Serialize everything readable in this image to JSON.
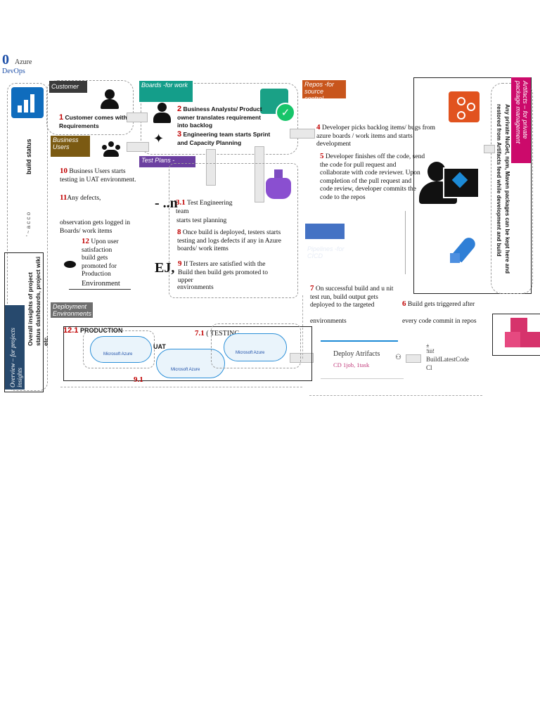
{
  "header": {
    "logo_glyph": "0",
    "azure": "Azure",
    "devops": "DevOps"
  },
  "side": {
    "build_status": "build status",
    "overall": "Overall insights of project status dashboards, project wiki etc.",
    "overview": "Overview – for projects insights",
    "stray": "' ~ a  c  c  o"
  },
  "tags": {
    "customer": "Customer",
    "business_users": "Business Users",
    "boards": "Boards -for work",
    "test_plans": "Test Plans -",
    "repos": "Repos -for source control",
    "pipelines": "Pipelines -for CICD",
    "artifacts": "Artifacts – for private package management",
    "deployment": "Deployment Environments"
  },
  "steps": {
    "s1_num": "1",
    "s1_text": "Customer comes with Requirements",
    "s2_num": "2",
    "s2_text": "Business Analysts/ Product owner translates requirement into backlog",
    "s3_num": "3",
    "s3_text": "Engineering team starts Sprint and Capacity Planning",
    "s31_num": "3.1",
    "s31_text": "Test Engineering team",
    "s31_cont": "starts test planning",
    "s31_glyph": "- ..n",
    "s4_num": "4",
    "s4_text": "Developer picks backlog items/ bugs from azure boards / work items and starts development",
    "s5_num": "5",
    "s5_text": "Developer finishes off the code, send the code for pull request and collaborate with code reviewer. Upon completion of the pull request and code review, developer commits the code to the repos",
    "s6_num": "6",
    "s6_text": "Build gets triggered after",
    "s6_cont": "every code commit in repos",
    "s7_num": "7",
    "s7_text": "On successful build and u nit test run, build output gets deployed to the targeted",
    "s7_cont": "environments",
    "s8_num": "8",
    "s8_text": "Once build is deployed, testers starts testing and logs defects if any in Azure boards/ work items",
    "s9_num": "9",
    "s9_text": "If Testers are satisfied with the Build then build gets promoted to upper",
    "s9_cont": "environments",
    "s9_glyph": "EJ,",
    "s10_num": "10",
    "s10_text": "Business Users starts testing in UAT environment.",
    "s11_num": "11",
    "s11_text": "Any defects,",
    "s11_cont": "observation gets logged in Boards/ work items",
    "s12_num": "12",
    "s12_text": "Upon user satisfaction build gets promoted for Production",
    "s12_cont": "Environment"
  },
  "artifacts_note": "Any private NuGet, npm, Maven packages can be kept here and restored from Artifacts feed while development and build",
  "deploy": {
    "production_num": "12.1",
    "production": "PRODUCTION",
    "uat": "UAT",
    "uat_num": "9.1",
    "testing_num": "7.1",
    "testing": "( TESTING",
    "azure_label": "Microsoft Azure"
  },
  "pipeline_card": {
    "title": "Deploy Atrifacts",
    "cd": "CD",
    "jobs": "1job, 1task"
  },
  "build_card": {
    "title": "BuildLatestCode",
    "sub": "Cl",
    "glyph": "±\n!iii!"
  },
  "colors": {
    "customer_tag": "#3a3a3a",
    "business_tag": "#7b5a12",
    "boards_tag": "#149e8a",
    "test_tag": "#6b3fa0",
    "repos_tag": "#c8551c",
    "pipelines_tag": "#4472c4",
    "artifacts_tag": "#cc0a6b",
    "deployment_tag": "#6e6e6e",
    "overview_tag": "#27496d",
    "step_number": "#c00000"
  }
}
